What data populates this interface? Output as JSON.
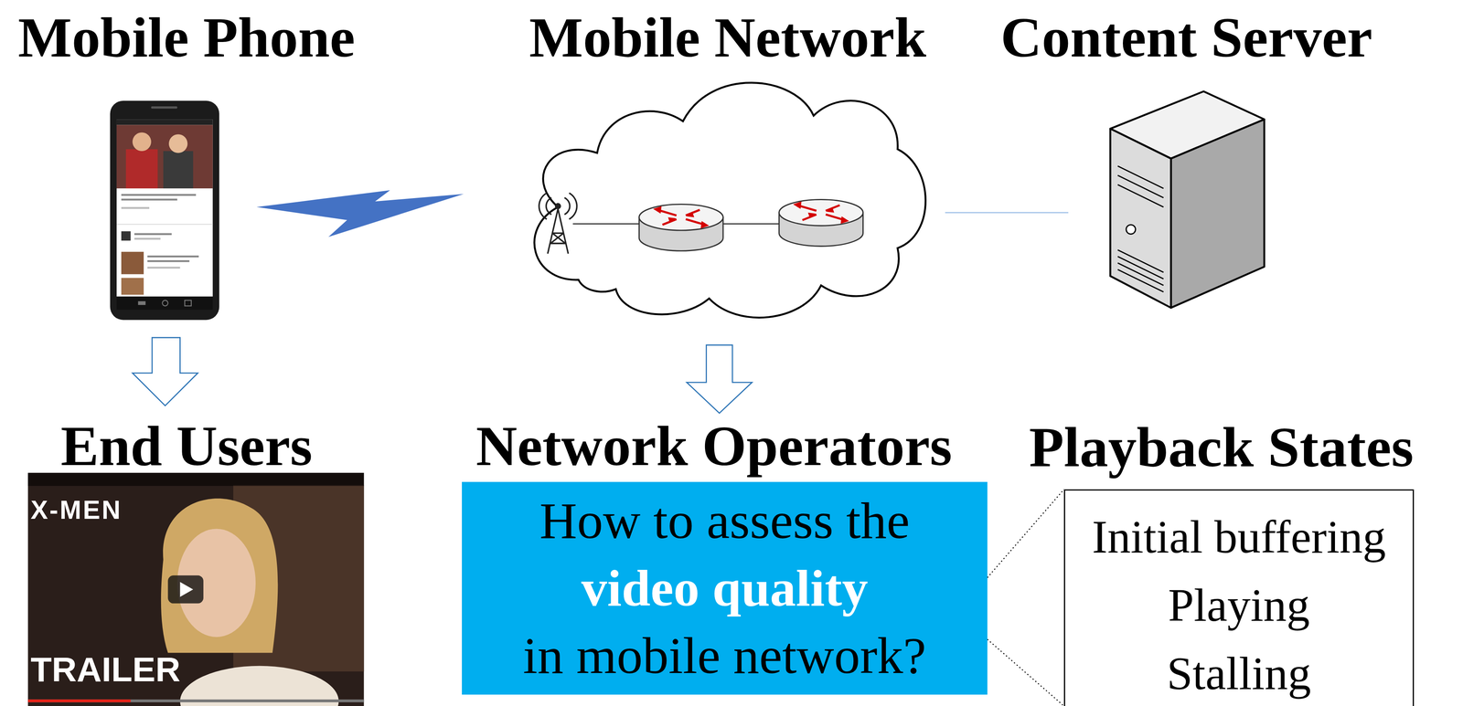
{
  "diagram": {
    "nodes": [
      {
        "text": [
          "Network Operators",
          "How to assess the",
          "video quality",
          "in mobile network?"
        ]
      },
      {
        "text": [
          "Playback States",
          "Initial buffering",
          "Playing",
          "Stalling"
        ]
      }
    ],
    "edges": [
      {
        "from": 0,
        "to": 1,
        "arrow": "none"
      },
      {
        "from": 0,
        "to": 1,
        "arrow": "none"
      }
    ],
    "labels": [
      "Mobile Phone",
      "Mobile Network",
      "Content Server",
      "End Users",
      "X-MEN",
      "TRAILER"
    ]
  }
}
